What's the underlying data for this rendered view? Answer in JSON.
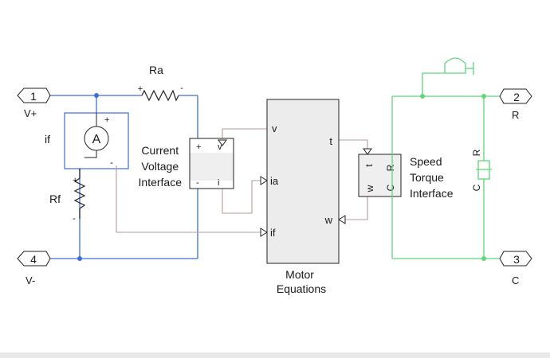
{
  "ports": [
    {
      "number": "1",
      "label": "V+"
    },
    {
      "number": "4",
      "label": "V-"
    },
    {
      "number": "2",
      "label": "R"
    },
    {
      "number": "3",
      "label": "C"
    }
  ],
  "components": {
    "ra": "Ra",
    "rf": "Rf",
    "if_label": "if",
    "ammeter": "A",
    "plus": "+",
    "minus": "-"
  },
  "current_voltage_interface": {
    "title_lines": [
      "Current",
      "Voltage",
      "Interface"
    ],
    "ports": {
      "plus": "+",
      "minus": "-",
      "v": "v",
      "i": "i"
    }
  },
  "motor_equations": {
    "title_lines": [
      "Motor",
      "Equations"
    ],
    "inputs": [
      "v",
      "ia",
      "if",
      "w"
    ],
    "outputs": [
      "t"
    ]
  },
  "speed_torque_interface": {
    "title_lines": [
      "Speed",
      "Torque",
      "Interface"
    ],
    "ports": {
      "t": "t",
      "w": "w",
      "r": "R",
      "c": "C"
    }
  },
  "inertia": {
    "ports": {
      "r": "R",
      "c": "C"
    }
  },
  "colors": {
    "electrical": "#3d6fd8",
    "mechanical": "#5fd67a",
    "signal": "#b99a9a"
  }
}
